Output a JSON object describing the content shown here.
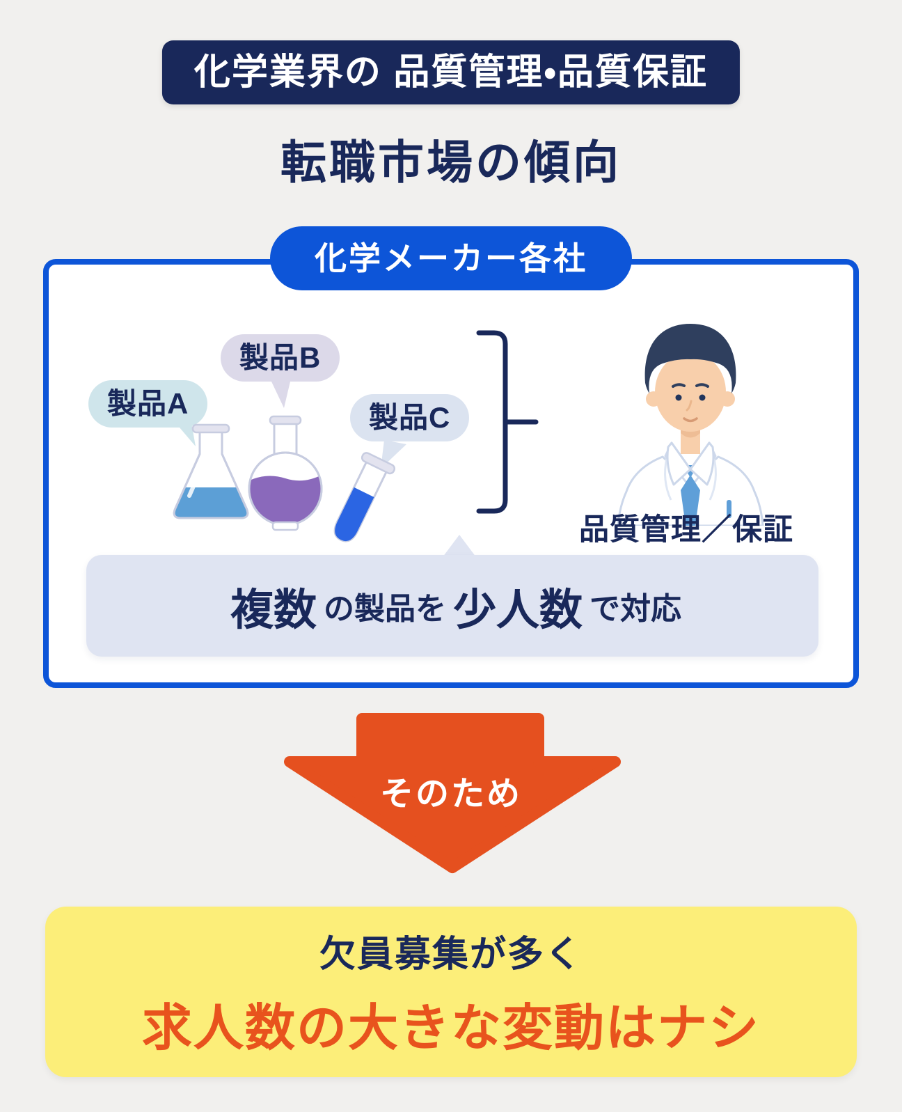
{
  "colors": {
    "bg": "#f1f0ee",
    "navy": "#19285a",
    "blue": "#0d55d8",
    "panel_bg": "#ffffff",
    "orange": "#e5501f",
    "orange_text": "#e8531d",
    "yellow": "#fcee79",
    "callout_bg": "#dfe4f2",
    "bubble_a_bg": "#cfe5eb",
    "bubble_b_bg": "#dcd9e9",
    "bubble_c_bg": "#dbe3f0",
    "liquid_blue": "#5c9fd6",
    "liquid_purple": "#8a69bb",
    "liquid_bright_blue": "#2b65e3",
    "glass_stroke": "#c7cce0",
    "glass_cap": "#e3e3ef",
    "skin": "#f8cfab",
    "hair": "#2f3f5e",
    "tie_blue": "#5f9fd8",
    "coat_stroke": "#ccd7ea"
  },
  "header": {
    "badge": "化学業界の 品質管理・品質保証",
    "title": "転職市場の傾向"
  },
  "panel": {
    "label": "化学メーカー各社",
    "bubbles": [
      {
        "label": "製品A"
      },
      {
        "label": "製品B"
      },
      {
        "label": "製品C"
      }
    ],
    "person_caption": "品質管理／保証",
    "callout": {
      "part1": "複数",
      "part2": "の製品を",
      "part3": "少人数",
      "part4": "で対応"
    }
  },
  "arrow": {
    "label": "そのため"
  },
  "conclusion": {
    "line1": "欠員募集が多く",
    "line2": "求人数の大きな変動はナシ"
  }
}
